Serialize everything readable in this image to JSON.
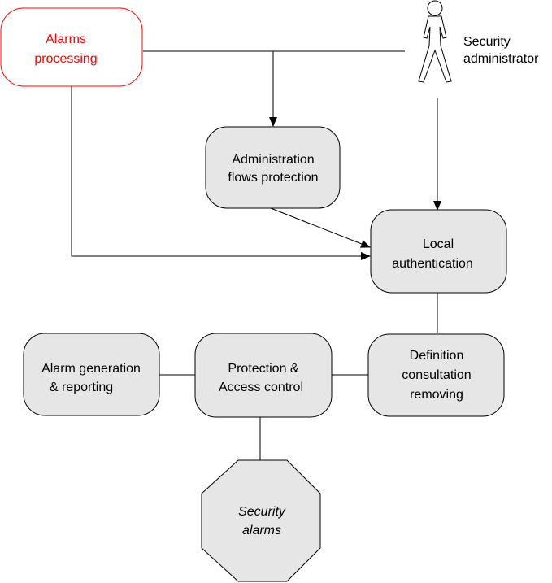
{
  "nodes": {
    "alarms_processing": {
      "line1": "Alarms",
      "line2": "processing"
    },
    "admin_flows": {
      "line1": "Administration",
      "line2": "flows protection"
    },
    "local_auth": {
      "line1": "Local",
      "line2": "authentication"
    },
    "definition": {
      "line1": "Definition",
      "line2": "consultation",
      "line3": "removing"
    },
    "protection": {
      "line1": "Protection &",
      "line2": "Access control"
    },
    "alarm_generation": {
      "line1": "Alarm generation",
      "line2": "& reporting"
    },
    "security_alarms": {
      "line1": "Security",
      "line2": "alarms"
    }
  },
  "actor": {
    "line1": "Security",
    "line2": "administrator"
  },
  "colors": {
    "red": "#ff0000",
    "node_fill": "#e6e6e6",
    "stroke": "#000000"
  }
}
